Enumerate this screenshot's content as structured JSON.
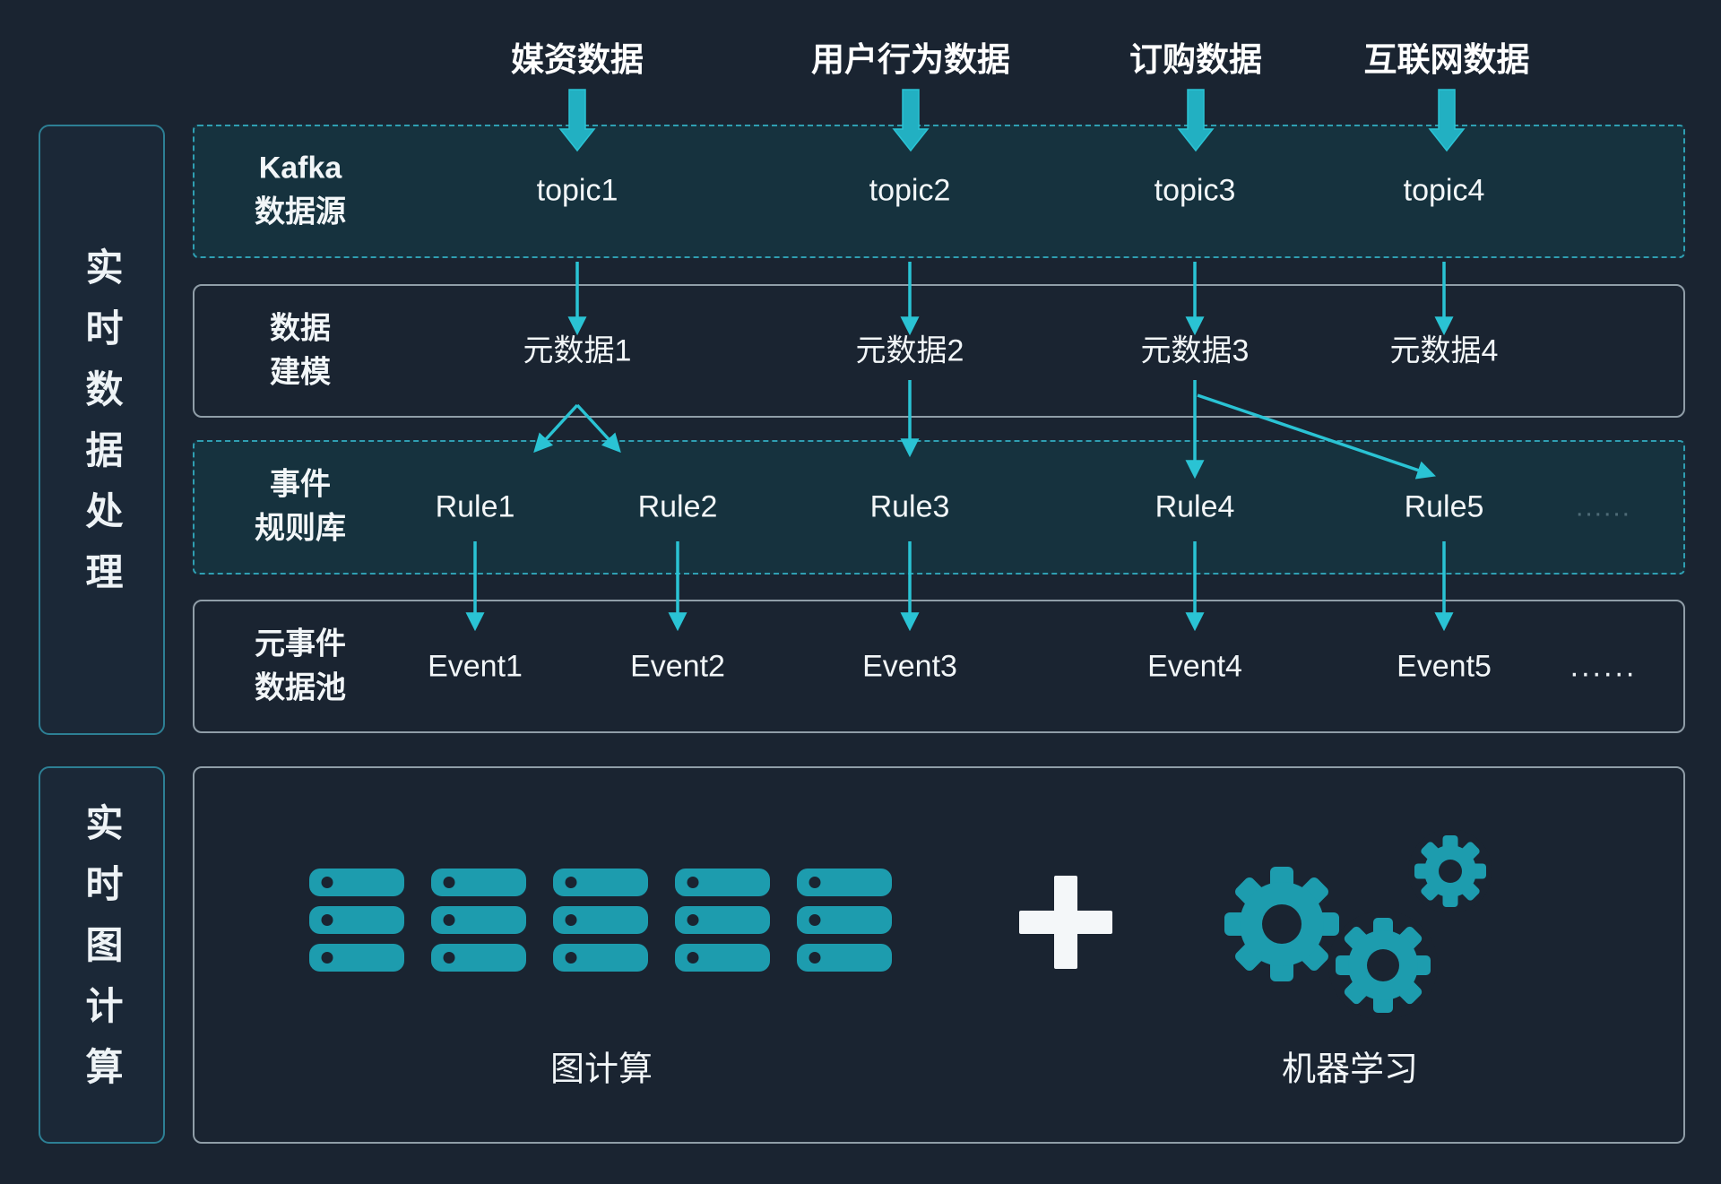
{
  "colors": {
    "background": "#1A2431",
    "accent_arrow": "#2AC3D4",
    "teal_icon": "#1D9CAE",
    "dashed_panel_bg": "#16323E",
    "dashed_panel_border": "#2F9FB2"
  },
  "sources": [
    "媒资数据",
    "用户行为数据",
    "订购数据",
    "互联网数据"
  ],
  "sidebar_top": {
    "label": "实时数据处理"
  },
  "sidebar_bottom": {
    "label": "实时图计算"
  },
  "rows": {
    "kafka": {
      "label": [
        "Kafka",
        "数据源"
      ],
      "items": [
        "topic1",
        "topic2",
        "topic3",
        "topic4"
      ]
    },
    "modeling": {
      "label": [
        "数据",
        "建模"
      ],
      "items": [
        "元数据1",
        "元数据2",
        "元数据3",
        "元数据4"
      ]
    },
    "rules": {
      "label": [
        "事件",
        "规则库"
      ],
      "items": [
        "Rule1",
        "Rule2",
        "Rule3",
        "Rule4",
        "Rule5"
      ],
      "ellipsis": "......"
    },
    "events": {
      "label": [
        "元事件",
        "数据池"
      ],
      "items": [
        "Event1",
        "Event2",
        "Event3",
        "Event4",
        "Event5"
      ],
      "ellipsis": "......"
    }
  },
  "bottom": {
    "graph_label": "图计算",
    "ml_label": "机器学习"
  }
}
